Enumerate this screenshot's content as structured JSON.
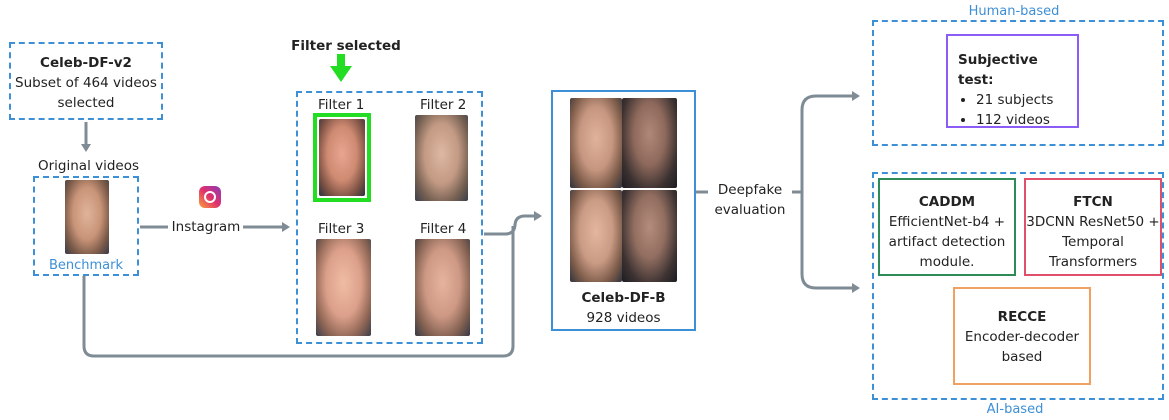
{
  "celeb_box": {
    "title": "Celeb-DF-v2",
    "line1": "Subset of 464 videos",
    "line2": "selected"
  },
  "original": {
    "label": "Original videos",
    "benchmark": "Benchmark"
  },
  "instagram": {
    "label": "Instagram"
  },
  "filter_selected": "Filter selected",
  "filters": [
    "Filter 1",
    "Filter 2",
    "Filter 3",
    "Filter 4"
  ],
  "celeb_b": {
    "title": "Celeb-DF-B",
    "count": "928 videos"
  },
  "deepfake": {
    "line1": "Deepfake",
    "line2": "evaluation"
  },
  "human": {
    "label": "Human-based",
    "title": "Subjective test:",
    "items": [
      "21 subjects",
      "112 videos"
    ]
  },
  "ai": {
    "label": "AI-based"
  },
  "caddm": {
    "title": "CADDM",
    "line1": "EfficientNet-b4 +",
    "line2": "artifact detection",
    "line3": "module."
  },
  "ftcn": {
    "title": "FTCN",
    "line1": "3DCNN ResNet50 +",
    "line2": "Temporal",
    "line3": "Transformers"
  },
  "recce": {
    "title": "RECCE",
    "line1": "Encoder-decoder",
    "line2": "based"
  },
  "colors": {
    "accent": "#3d8fd6",
    "arrow": "#7f8c95",
    "green": "#22dd22",
    "purple": "#8b5cf6",
    "teal": "#2e8b57",
    "red": "#e0506a",
    "orange": "#f0a060"
  }
}
